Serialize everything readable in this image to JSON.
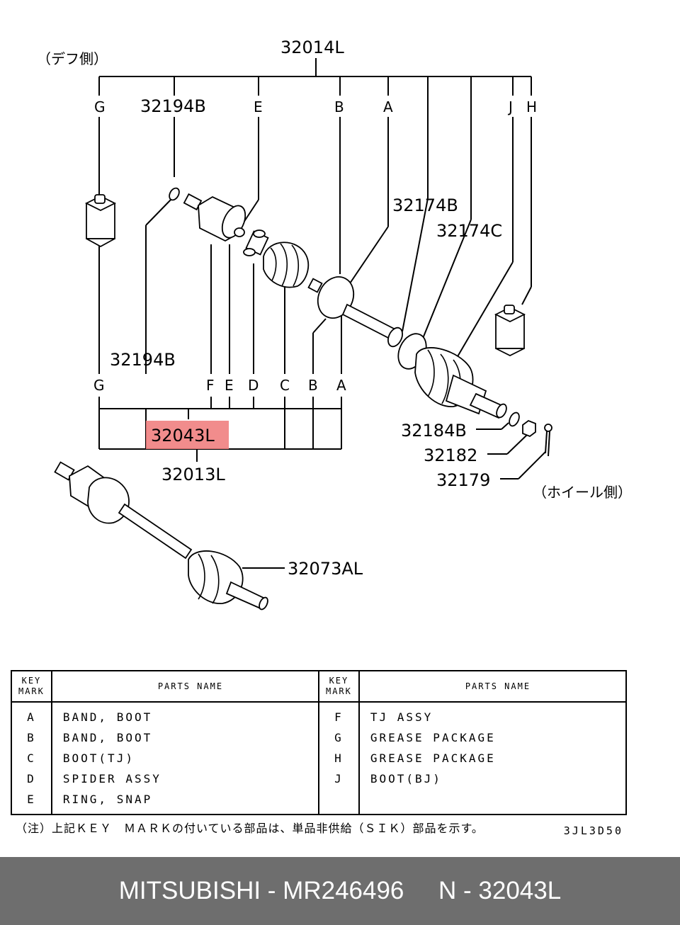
{
  "diagram": {
    "side_labels": {
      "diff_side": "（デフ側）",
      "wheel_side": "（ホイール側）"
    },
    "part_numbers": {
      "p32014L": "32014L",
      "p32194B_top": "32194B",
      "p32194B_mid": "32194B",
      "p32174B": "32174B",
      "p32174C": "32174C",
      "p32043L": "32043L",
      "p32013L": "32013L",
      "p32184B": "32184B",
      "p32182": "32182",
      "p32179": "32179",
      "p32073AL": "32073AL"
    },
    "top_keys": {
      "G": "G",
      "E": "E",
      "B": "B",
      "A": "A",
      "J": "J",
      "H": "H"
    },
    "bottom_keys": {
      "G": "G",
      "F": "F",
      "E": "E",
      "D": "D",
      "C": "C",
      "B": "B",
      "A": "A"
    },
    "highlight_color": "#f08080"
  },
  "table": {
    "header": {
      "key_mark_1": "KEY",
      "key_mark_2": "MARK",
      "parts_name": "PARTS NAME"
    },
    "left": [
      {
        "key": "A",
        "name": "BAND, BOOT"
      },
      {
        "key": "B",
        "name": "BAND, BOOT"
      },
      {
        "key": "C",
        "name": "BOOT(TJ)"
      },
      {
        "key": "D",
        "name": "SPIDER ASSY"
      },
      {
        "key": "E",
        "name": "RING, SNAP"
      }
    ],
    "right": [
      {
        "key": "F",
        "name": "TJ ASSY"
      },
      {
        "key": "G",
        "name": "GREASE PACKAGE"
      },
      {
        "key": "H",
        "name": "GREASE PACKAGE"
      },
      {
        "key": "J",
        "name": "BOOT(BJ)"
      },
      {
        "key": "",
        "name": ""
      }
    ]
  },
  "footnote": "（注）上記ＫＥＹ　ＭＡＲＫの付いている部品は、単品非供給（ＳＩＫ）部品を示す。",
  "drawing_code": "3JL3D50",
  "footer": {
    "text": "MITSUBISHI - MR246496     N - 32043L"
  }
}
